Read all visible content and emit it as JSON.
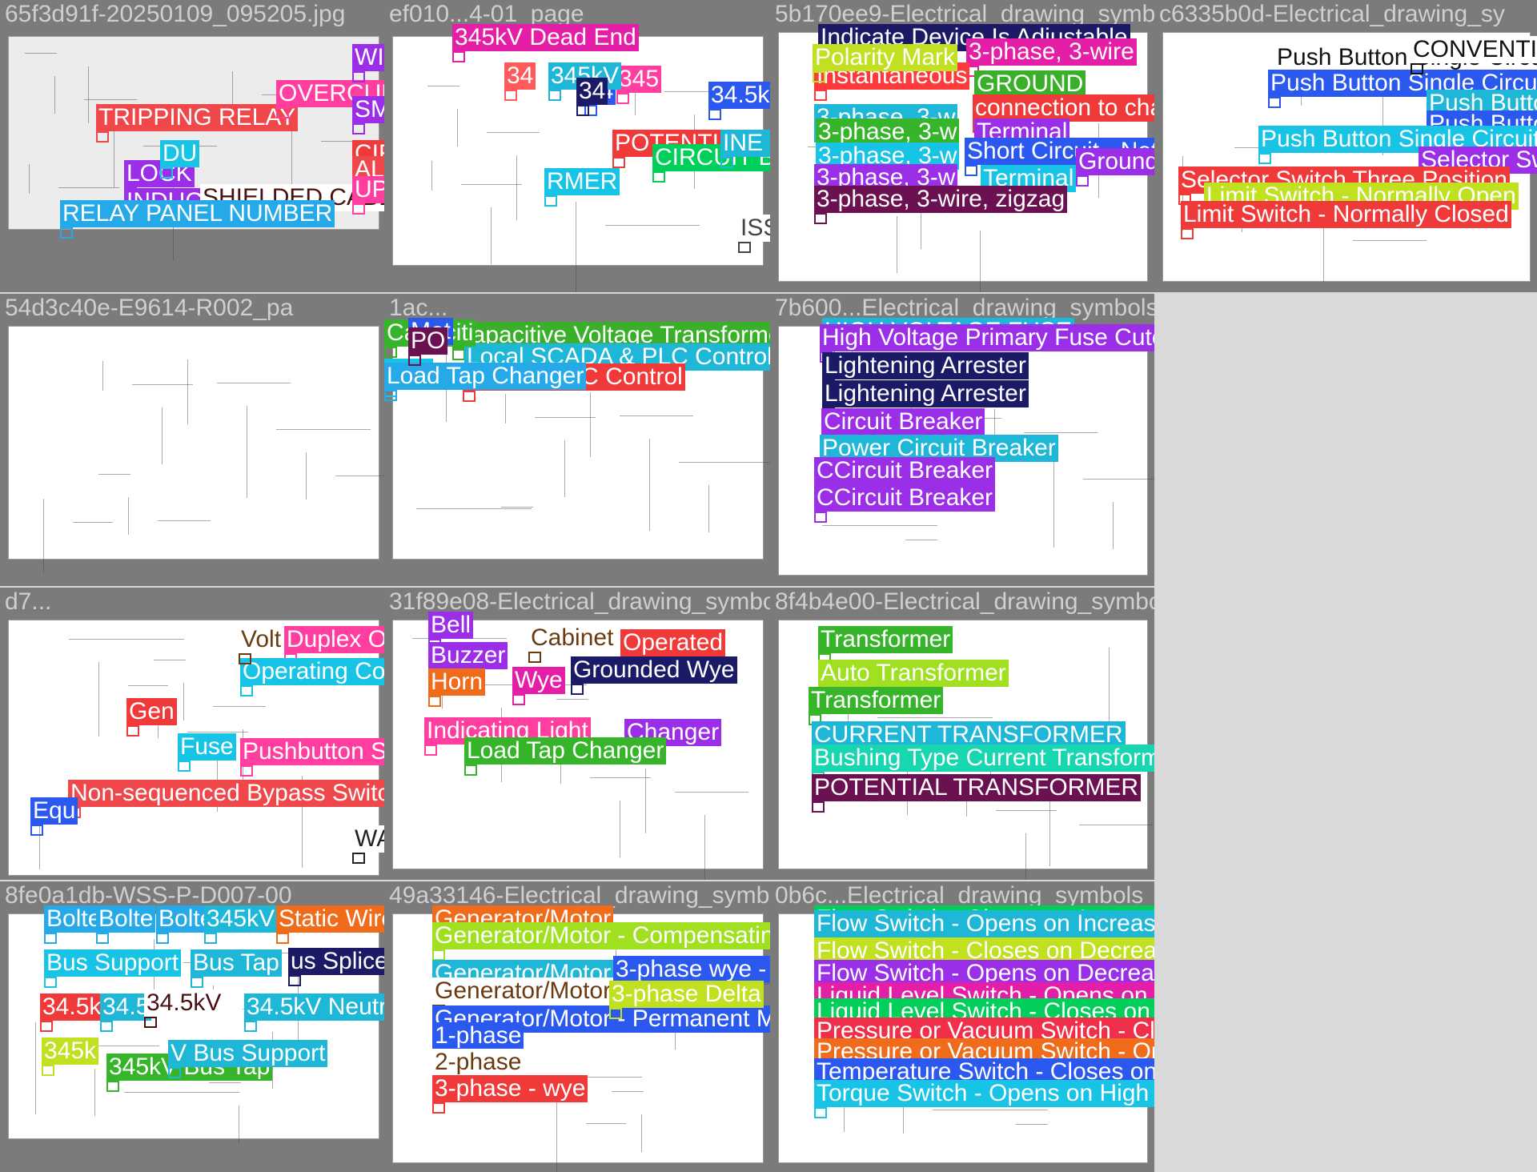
{
  "cells": [
    {
      "name": "cell-1",
      "file": "65f3d91f-20250109_095205.jpg",
      "labels": [
        {
          "text": "TRIPPING RELAY",
          "color": "#f0484a"
        },
        {
          "text": "LOCK",
          "color": "#9b2fe8"
        },
        {
          "text": "INDUC",
          "color": "#9b2fe8"
        },
        {
          "text": "SHIELDED CABLE",
          "color": "#ffffff",
          "fg": "#4a1010"
        },
        {
          "text": "RELAY PANEL NUMBER",
          "color": "#26a9e8"
        },
        {
          "text": "OVERCURRENT RELAY",
          "color": "#ff3ea0"
        },
        {
          "text": "DU",
          "color": "#18c4e6"
        },
        {
          "text": "CIRCUIT BREAKER",
          "color": "#f03a3a"
        },
        {
          "text": "ALARM",
          "color": "#f0484a"
        },
        {
          "text": "UPPLY",
          "color": "#ff3ea0"
        },
        {
          "text": "WITCH",
          "color": "#9b2fe8"
        },
        {
          "text": "SM",
          "color": "#9b2fe8"
        }
      ]
    },
    {
      "name": "cell-2",
      "file": "ef010...4-01_page",
      "labels": [
        {
          "text": "345kV Dead End",
          "color": "#e41ea6"
        },
        {
          "text": "34.5kV F",
          "color": "#2b59f0"
        },
        {
          "text": "345",
          "color": "#ff3ea0"
        },
        {
          "text": "34",
          "color": "#2b59f0"
        },
        {
          "text": "345kV",
          "color": "#1fb7d8"
        },
        {
          "text": "34",
          "color": "#ff5a5a"
        },
        {
          "text": "34",
          "color": "#1a1a66"
        },
        {
          "text": "POTENTIAL TRANSFORMER",
          "color": "#f03a3a"
        },
        {
          "text": "CIRCUIT BREAKER",
          "color": "#00d05a"
        },
        {
          "text": "RMER",
          "color": "#18c4e6"
        },
        {
          "text": "INE CA",
          "color": "#1fb7d8"
        },
        {
          "text": "ISSUED FOR CONSTRUCTION",
          "color": "#ffffff",
          "fg": "#444"
        }
      ]
    },
    {
      "name": "cell-3",
      "file": "5b170ee9-Electrical_drawing_symbols",
      "labels": [
        {
          "text": "Indicate Device Is Adjustable",
          "color": "#1a1a66"
        },
        {
          "text": "3-phase, 3-wire",
          "color": "#e41ea6"
        },
        {
          "text": "Instantaneous",
          "color": "#ff3a3a"
        },
        {
          "text": "GROUND",
          "color": "#3ab02a"
        },
        {
          "text": "connection to cha",
          "color": "#f03a3a"
        },
        {
          "text": "3-phase, 3-w",
          "color": "#1fb7d8"
        },
        {
          "text": "3-phase, 3-w",
          "color": "#36b52a"
        },
        {
          "text": "Terminal",
          "color": "#9b2fe8"
        },
        {
          "text": "3-phase, 3-w",
          "color": "#18c4e6"
        },
        {
          "text": "Short Circuit - Not a",
          "color": "#2b59f0"
        },
        {
          "text": "3-phase, 3-w",
          "color": "#9b2fe8"
        },
        {
          "text": "Terminal",
          "color": "#18c4e6"
        },
        {
          "text": "3-phase, 3-wire, zigzag",
          "color": "#6b1050"
        },
        {
          "text": "Grounded",
          "color": "#9b2fe8"
        },
        {
          "text": "Polarity Mark",
          "color": "#c0e020"
        }
      ]
    },
    {
      "name": "cell-4",
      "file": "c6335b0d-Electrical_drawing_sy",
      "labels": [
        {
          "text": "Push Button Single Circuit - Make",
          "color": "#ffffff",
          "fg": "#111"
        },
        {
          "text": "Push Button Single Circuit - Break",
          "color": "#2b59f0"
        },
        {
          "text": "Push Button Two Circuit",
          "color": "#1fb7d8"
        },
        {
          "text": "Push Button Two Circuit - Maintained",
          "color": "#2b59f0"
        },
        {
          "text": "Push Button Single Circuit - Maintained",
          "color": "#18c4e6"
        },
        {
          "text": "Selector Switch Two Position",
          "color": "#9b2fe8"
        },
        {
          "text": "Selector Switch Three Position",
          "color": "#f03a3a"
        },
        {
          "text": "Limit Switch - Normally Open",
          "color": "#c0e020"
        },
        {
          "text": "Limit Switch - Normally Closed",
          "color": "#f03a3a"
        },
        {
          "text": "CONVENTIONS",
          "color": "#ffffff",
          "fg": "#111"
        }
      ]
    },
    {
      "name": "cell-5",
      "file": "54d3c40e-E9614-R002_pa",
      "labels": []
    },
    {
      "name": "cell-6",
      "file": "1ac...",
      "labels": [
        {
          "text": "Capacitive Voltage Transformer",
          "color": "#3ab02a"
        },
        {
          "text": "Local SCADA & PLC Control",
          "color": "#1fb7d8"
        },
        {
          "text": "Local & PLC Control",
          "color": "#f03a3a"
        },
        {
          "text": "Capaciti",
          "color": "#36b52a"
        },
        {
          "text": "Cap",
          "color": "#18c4e6"
        },
        {
          "text": "Load Tap Changer",
          "color": "#26a9e8"
        },
        {
          "text": "Mot",
          "color": "#2b59f0"
        },
        {
          "text": "PO",
          "color": "#6b1050"
        }
      ]
    },
    {
      "name": "cell-7",
      "file": "7b600...Electrical_drawing_symbols_and_",
      "labels": [
        {
          "text": "HIGH VOLTAGE FUSE",
          "color": "#1fb7d8"
        },
        {
          "text": "High Voltage Primary Fuse Cutout",
          "color": "#9b2fe8"
        },
        {
          "text": "Lightening Arrester",
          "color": "#1a1a66"
        },
        {
          "text": "Lightening Arrester",
          "color": "#1a1a66"
        },
        {
          "text": "Circuit Breaker",
          "color": "#9b2fe8"
        },
        {
          "text": "Power Circuit Breaker",
          "color": "#1fb7d8"
        },
        {
          "text": "CCircuit Breaker",
          "color": "#9b2fe8"
        },
        {
          "text": "CCircuit Breaker",
          "color": "#9b2fe8"
        }
      ]
    },
    {
      "name": "cell-8",
      "file": "d7...",
      "labels": [
        {
          "text": "Non-sequenced Bypass Switch",
          "color": "#f0484a"
        },
        {
          "text": "Duplex Outle",
          "color": "#ff3ea0"
        },
        {
          "text": "Operating Coil",
          "color": "#18c4e6"
        },
        {
          "text": "Pushbutton Switch",
          "color": "#ff3ea0"
        },
        {
          "text": "Gen",
          "color": "#f03a3a"
        },
        {
          "text": "Fuse",
          "color": "#18c4e6"
        },
        {
          "text": "Equ",
          "color": "#2b59f0"
        },
        {
          "text": "Volt",
          "color": "#ffffff",
          "fg": "#6a3a10"
        },
        {
          "text": "WACO SOLAR, LLC",
          "color": "#ffffff",
          "fg": "#222"
        }
      ]
    },
    {
      "name": "cell-9",
      "file": "31f89e08-Electrical_drawing_symbols",
      "labels": [
        {
          "text": "Bell",
          "color": "#9b2fe8"
        },
        {
          "text": "Cabinet",
          "color": "#ffffff",
          "fg": "#6a3a10"
        },
        {
          "text": "Operated",
          "color": "#f03a3a"
        },
        {
          "text": "Buzzer",
          "color": "#9b2fe8"
        },
        {
          "text": "Horn",
          "color": "#f06b1a"
        },
        {
          "text": "Wye",
          "color": "#e41ea6"
        },
        {
          "text": "Grounded Wye",
          "color": "#1a1a66"
        },
        {
          "text": "Indicating Light",
          "color": "#ff3ea0"
        },
        {
          "text": "Changer",
          "color": "#9b2fe8"
        },
        {
          "text": "Load Tap Changer",
          "color": "#36b52a"
        }
      ]
    },
    {
      "name": "cell-10",
      "file": "8f4b4e00-Electrical_drawing_symbols_and_",
      "labels": [
        {
          "text": "Transformer",
          "color": "#36b52a"
        },
        {
          "text": "Auto Transformer",
          "color": "#a0e020"
        },
        {
          "text": "Transformer",
          "color": "#36b52a"
        },
        {
          "text": "CURRENT TRANSFORMER",
          "color": "#1fb7d8"
        },
        {
          "text": "Bushing Type Current Transformer",
          "color": "#18d7b0"
        },
        {
          "text": "POTENTIAL TRANSFORMER",
          "color": "#6b1050"
        }
      ]
    },
    {
      "name": "cell-11",
      "file": "8fe0a1db-WSS-P-D007-00",
      "labels": [
        {
          "text": "Bolte",
          "color": "#26a9e8"
        },
        {
          "text": "Bolte",
          "color": "#26a9e8"
        },
        {
          "text": "Bolte",
          "color": "#26a9e8"
        },
        {
          "text": "345kV",
          "color": "#1fb7d8"
        },
        {
          "text": "Static Wire/O",
          "color": "#f06b1a"
        },
        {
          "text": "Bus Support",
          "color": "#18c4e6"
        },
        {
          "text": "Bus Tap",
          "color": "#1fb7d8"
        },
        {
          "text": "us Splice",
          "color": "#1a1a66"
        },
        {
          "text": "34.5k",
          "color": "#f03a3a"
        },
        {
          "text": "34.5",
          "color": "#1fb7d8"
        },
        {
          "text": "34.5kV",
          "color": "#ffffff",
          "fg": "#4a1010"
        },
        {
          "text": "34.5kV Neutral",
          "color": "#1fb7d8"
        },
        {
          "text": "345k",
          "color": "#c0e020"
        },
        {
          "text": "345kV Bus Tap",
          "color": "#36b52a"
        },
        {
          "text": "V Bus Support",
          "color": "#1fb7d8"
        }
      ]
    },
    {
      "name": "cell-12",
      "file": "49a33146-Electrical_drawing_symbols",
      "labels": [
        {
          "text": "Generator/Motor",
          "color": "#f06b1a"
        },
        {
          "text": "Generator/Motor - Compensating",
          "color": "#a0e020"
        },
        {
          "text": "Generator/Motor",
          "color": "#1fb7d8"
        },
        {
          "text": "3-phase wye - Gr",
          "color": "#2b59f0"
        },
        {
          "text": "Generator/Motor",
          "color": "#ffffff",
          "fg": "#6a3a10"
        },
        {
          "text": "Generator/Motor - Permanent M",
          "color": "#2b59f0"
        },
        {
          "text": "3-phase Delta",
          "color": "#c0e020"
        },
        {
          "text": "1-phase",
          "color": "#2b59f0"
        },
        {
          "text": "2-phase",
          "color": "#ffffff",
          "fg": "#6a3a10"
        },
        {
          "text": "3-phase - wye",
          "color": "#f03a3a"
        }
      ]
    },
    {
      "name": "cell-13",
      "file": "0b6c...Electrical_drawing_symbols",
      "labels": [
        {
          "text": "Flow Switch - Closes on Increased flow",
          "color": "#00d05a"
        },
        {
          "text": "Flow Switch - Opens on Increase in Flow",
          "color": "#1fb7d8"
        },
        {
          "text": "Flow Switch - Closes on Decrease in Flow",
          "color": "#c0e020"
        },
        {
          "text": "Flow Switch - Opens on Decrease in Flow",
          "color": "#9b2fe8"
        },
        {
          "text": "Liquid Level Switch - Opens on Rising Level",
          "color": "#e41ea6"
        },
        {
          "text": "Liquid Level Switch - Closes on Rising Level",
          "color": "#00d05a"
        },
        {
          "text": "Pressure or Vacuum Switch - Closes on Rising Pressure",
          "color": "#f0304a"
        },
        {
          "text": "Pressure or Vacuum Switch - Opens on Rising Pressure",
          "color": "#f06b1a"
        },
        {
          "text": "Temperature Switch - Closes on Increasing Temperature",
          "color": "#2b59f0"
        },
        {
          "text": "Torque Switch - Opens on High torque",
          "color": "#18c4e6"
        }
      ]
    }
  ]
}
